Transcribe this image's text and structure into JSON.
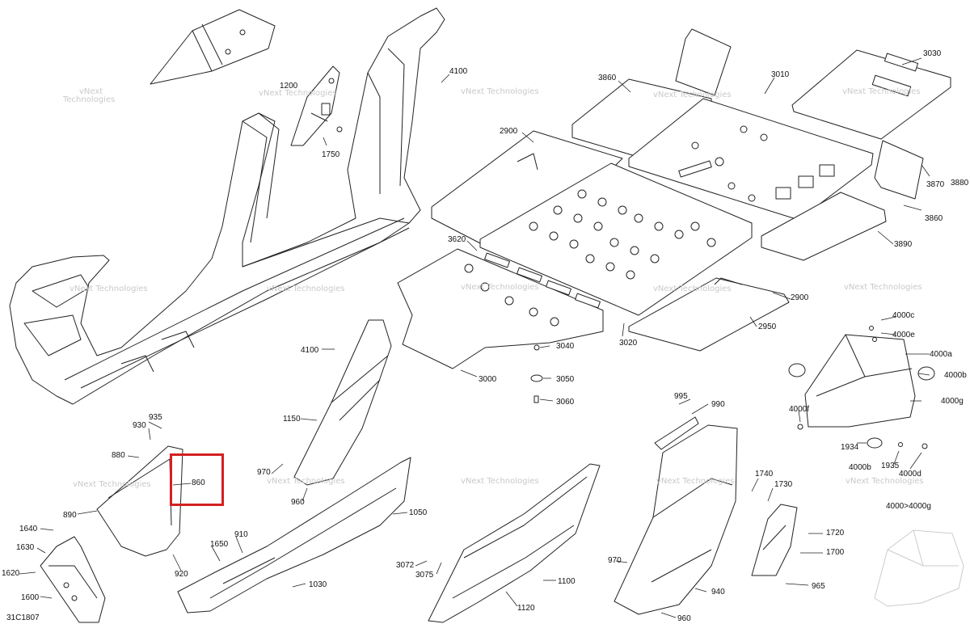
{
  "diagram": {
    "drawing_code": "31C1807",
    "highlighted_part": "860",
    "watermark_line1": "vNext",
    "watermark_line2": "Technologies",
    "watermark_full": "vNext Technologies",
    "part_labels": {
      "p4100a": "4100",
      "p1200": "1200",
      "p1750": "1750",
      "p3860a": "3860",
      "p3010": "3010",
      "p3030": "3030",
      "p2900a": "2900",
      "p3870": "3870",
      "p3880": "3880",
      "p3860b": "3860",
      "p3890": "3890",
      "p3620": "3620",
      "p2900b": "2900",
      "p2950": "2950",
      "p3020": "3020",
      "p4000c": "4000c",
      "p4000e": "4000e",
      "p4000a": "4000a",
      "p4000b": "4000b",
      "p4000g": "4000g",
      "p4000f": "4000f",
      "p1934": "1934",
      "p4000b2": "4000b",
      "p1935": "1935",
      "p4000d": "4000d",
      "p4000to": "4000>4000g",
      "p4100b": "4100",
      "p3040": "3040",
      "p3050": "3050",
      "p3060": "3060",
      "p3000": "3000",
      "p995": "995",
      "p990": "990",
      "p1150": "1150",
      "p935": "935",
      "p930": "930",
      "p880": "880",
      "p860": "860",
      "p970a": "970",
      "p960a": "960",
      "p1050": "1050",
      "p890": "890",
      "p1640": "1640",
      "p1630": "1630",
      "p1620": "1620",
      "p1600": "1600",
      "p910": "910",
      "p1650": "1650",
      "p920": "920",
      "p1030": "1030",
      "p3072": "3072",
      "p3075": "3075",
      "p1100": "1100",
      "p1120": "1120",
      "p1740": "1740",
      "p1730": "1730",
      "p1720": "1720",
      "p1700": "1700",
      "p965": "965",
      "p970b": "970",
      "p940": "940",
      "p960b": "960"
    }
  },
  "colors": {
    "line": "#222222",
    "highlight": "#d42020",
    "watermark": "#c9c9c9"
  }
}
